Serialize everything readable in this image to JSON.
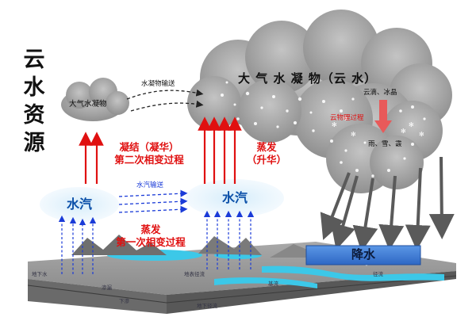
{
  "title": "云水资源",
  "labels": {
    "big_cloud": "大 气 水 凝 物（云 水）",
    "small_cloud": "大气水凝物",
    "condensate_transport": "水凝物输送",
    "vapor_transport": "水汽输送",
    "vapor_left": "水汽",
    "vapor_right": "水汽",
    "droplets": "云滴、冰晶",
    "physical_process": "云物理过程",
    "precip_types": "雨、雪、霰",
    "condensation_1": "凝结（凝华）",
    "condensation_2": "第二次相变过程",
    "evap_sub_1": "蒸发",
    "evap_sub_2": "（升华）",
    "evap_1": "蒸发",
    "evap_2": "第一次相变过程",
    "precipitation": "降水"
  },
  "ground_labels": [
    "地下水",
    "渗漏",
    "地表径流",
    "下渗",
    "地下径流",
    "基流",
    "径流"
  ],
  "colors": {
    "red_text": "#e01010",
    "blue_text": "#0a4fa8",
    "cloud_gray": "#9a9a9a",
    "water_cyan": "#3cc8e8",
    "precip_box": "#3f7ed8"
  }
}
